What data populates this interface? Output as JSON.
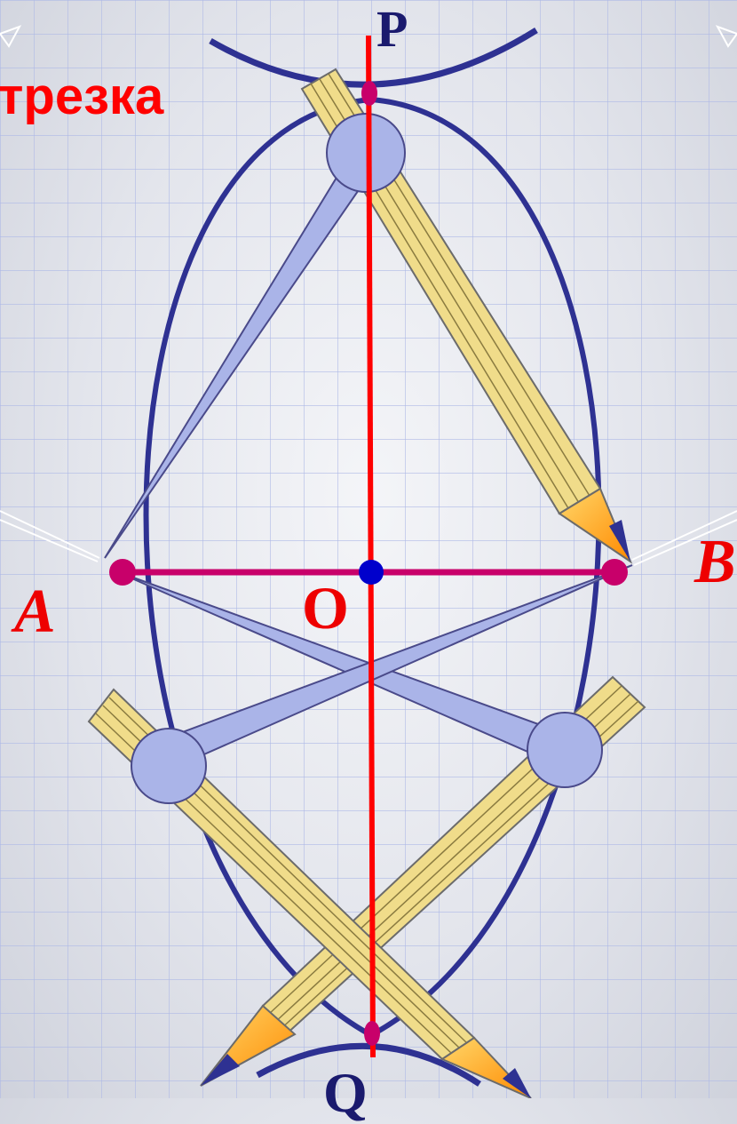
{
  "title_fragment": "трезка",
  "points": {
    "A": "A",
    "B": "B",
    "O": "O",
    "P": "P",
    "Q": "Q"
  },
  "colors": {
    "arc": "#2e3192",
    "segment_ab": "#c8006a",
    "bisector": "#ff0000",
    "center_dot": "#0000cc",
    "pencil_body": "#f0dc8a",
    "pencil_tip": "#ff9900",
    "compass_leg": "#aab4e8",
    "label_red": "#ee0000",
    "label_navy": "#1a1a6e"
  }
}
